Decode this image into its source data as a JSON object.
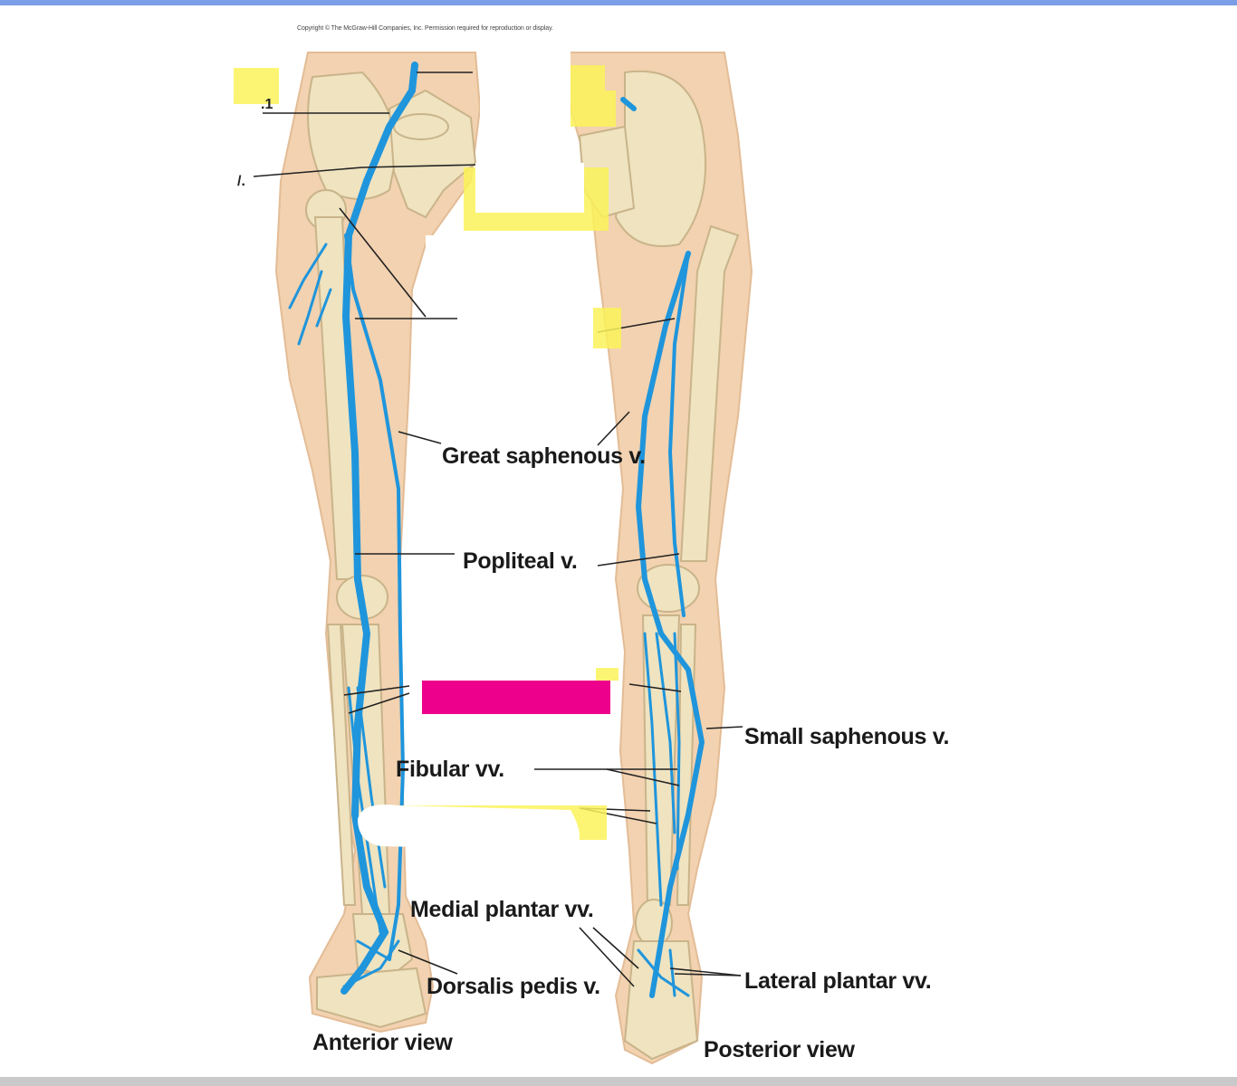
{
  "copyright": "Copyright © The McGraw-Hill Companies, Inc. Permission required for reproduction or display.",
  "labels": {
    "great_saphenous": "Great saphenous v.",
    "popliteal": "Popliteal v.",
    "small_saphenous": "Small saphenous v.",
    "fibular": "Fibular vv.",
    "medial_plantar": "Medial plantar vv.",
    "dorsalis_pedis": "Dorsalis pedis v.",
    "lateral_plantar": "Lateral plantar vv."
  },
  "captions": {
    "anterior": "Anterior view",
    "posterior": "Posterior view"
  },
  "colors": {
    "vein": "#1f95dc",
    "skin": "#f2d2b0",
    "bone": "#efe3c0",
    "highlight": "#fbf35a",
    "redaction_box": "#ec008c"
  }
}
